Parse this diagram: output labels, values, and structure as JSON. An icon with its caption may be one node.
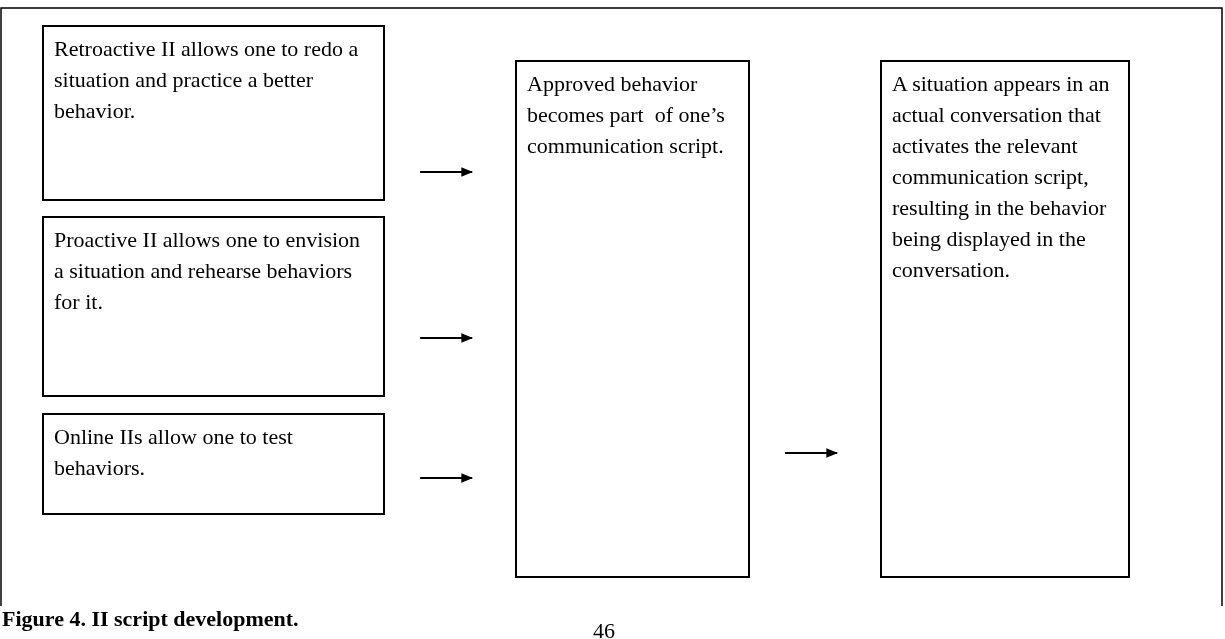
{
  "diagram": {
    "caption": "Figure 4. II script development.",
    "nodes": [
      {
        "text": [
          "Retroactive II allows one to redo a situation and practice a better behavior."
        ]
      },
      {
        "text": [
          "Proactive II allows one to envision a situation and rehearse behaviors for it."
        ]
      },
      {
        "text": [
          "Online IIs allow one to test behaviors."
        ]
      },
      {
        "text": [
          "Approved behavior becomes part  of one’s communication script."
        ]
      },
      {
        "text": [
          "A situation appears in an actual conversation that activates the relevant communication script, resulting in the behavior being displayed in the conversation."
        ]
      }
    ],
    "edges": [
      {
        "from": 0,
        "to": 3,
        "arrow": "to"
      },
      {
        "from": 1,
        "to": 3,
        "arrow": "to"
      },
      {
        "from": 2,
        "to": 3,
        "arrow": "to"
      },
      {
        "from": 3,
        "to": 4,
        "arrow": "to"
      }
    ],
    "labels": [
      "46"
    ]
  }
}
